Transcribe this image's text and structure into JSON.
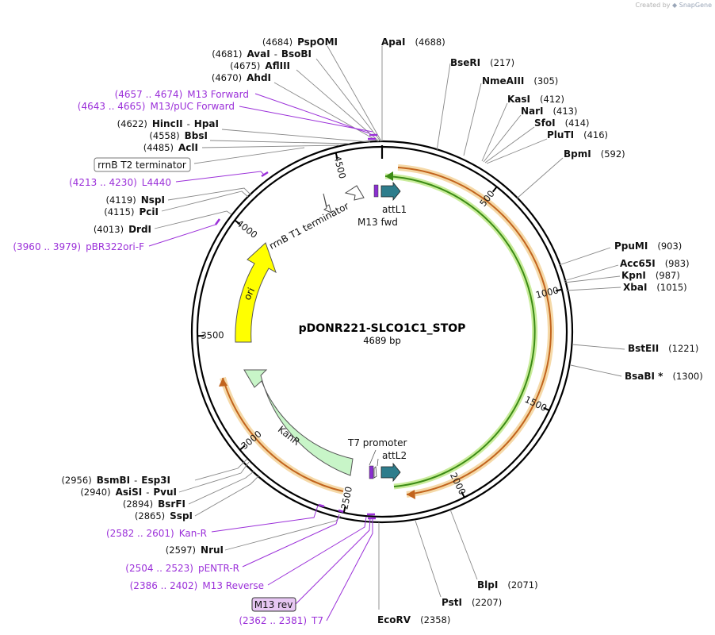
{
  "credit": {
    "prefix": "Created by",
    "brand": "SnapGene"
  },
  "plasmid": {
    "name": "pDONR221-SLCO1C1_STOP",
    "size_label": "4689 bp",
    "length": 4689
  },
  "colors": {
    "primer": "#9b30d9",
    "ori": "#ffff00",
    "kanr": "#c8f5c8",
    "attl": "#2e7d8c",
    "orf_fill": "#f5d9a8",
    "orf_line": "#c2641d",
    "green_fill": "#c9ec9b",
    "green_line": "#3c8c15"
  },
  "ticks": [
    "500",
    "1000",
    "1500",
    "2000",
    "2500",
    "3000",
    "3500",
    "4000",
    "4500"
  ],
  "features": {
    "rrnb_t1": "rrnB T1 terminator",
    "m13_fwd": "M13 fwd",
    "attl1": "attL1",
    "ori": "ori",
    "kanr": "KanR",
    "t7_promoter": "T7 promoter",
    "attl2": "attL2"
  },
  "enzymes_right": [
    {
      "name": "ApaI",
      "pos": "(4688)"
    },
    {
      "name": "BseRI",
      "pos": "(217)"
    },
    {
      "name": "NmeAIII",
      "pos": "(305)"
    },
    {
      "name": "KasI",
      "pos": "(412)"
    },
    {
      "name": "NarI",
      "pos": "(413)"
    },
    {
      "name": "SfoI",
      "pos": "(414)"
    },
    {
      "name": "PluTI",
      "pos": "(416)"
    },
    {
      "name": "BpmI",
      "pos": "(592)"
    },
    {
      "name": "PpuMI",
      "pos": "(903)"
    },
    {
      "name": "Acc65I",
      "pos": "(983)"
    },
    {
      "name": "KpnI",
      "pos": "(987)"
    },
    {
      "name": "XbaI",
      "pos": "(1015)"
    },
    {
      "name": "BstEII",
      "pos": "(1221)"
    },
    {
      "name": "BsaBI *",
      "pos": "(1300)"
    },
    {
      "name": "BlpI",
      "pos": "(2071)"
    },
    {
      "name": "PstI",
      "pos": "(2207)"
    },
    {
      "name": "EcoRV",
      "pos": "(2358)"
    }
  ],
  "enzymes_left": [
    {
      "pos": "(4684)",
      "name": "PspOMI"
    },
    {
      "pos": "(4681)",
      "name": "AvaI",
      "sep": "-",
      "name2": "BsoBI"
    },
    {
      "pos": "(4675)",
      "name": "AflIII"
    },
    {
      "pos": "(4670)",
      "name": "AhdI"
    },
    {
      "pos": "(4622)",
      "name": "HincII",
      "sep": "-",
      "name2": "HpaI"
    },
    {
      "pos": "(4558)",
      "name": "BbsI"
    },
    {
      "pos": "(4485)",
      "name": "AclI"
    },
    {
      "pos": "(4119)",
      "name": "NspI"
    },
    {
      "pos": "(4115)",
      "name": "PciI"
    },
    {
      "pos": "(4013)",
      "name": "DrdI"
    },
    {
      "pos": "(2956)",
      "name": "BsmBI",
      "sep": "-",
      "name2": "Esp3I"
    },
    {
      "pos": "(2940)",
      "name": "AsiSI",
      "sep": "-",
      "name2": "PvuI"
    },
    {
      "pos": "(2894)",
      "name": "BsrFI"
    },
    {
      "pos": "(2865)",
      "name": "SspI"
    },
    {
      "pos": "(2597)",
      "name": "NruI"
    }
  ],
  "primers": [
    {
      "range": "(4657 .. 4674)",
      "name": "M13 Forward"
    },
    {
      "range": "(4643 .. 4665)",
      "name": "M13/pUC Forward"
    },
    {
      "range": "(4213 .. 4230)",
      "name": "L4440"
    },
    {
      "range": "(3960 .. 3979)",
      "name": "pBR322ori-F"
    },
    {
      "range": "(2582 .. 2601)",
      "name": "Kan-R"
    },
    {
      "range": "(2504 .. 2523)",
      "name": "pENTR-R"
    },
    {
      "range": "(2386 .. 2402)",
      "name": "M13 Reverse"
    },
    {
      "range": "(2362 .. 2381)",
      "name": "T7"
    }
  ],
  "boxed": {
    "rrnb_t2": "rrnB T2 terminator",
    "m13_rev": "M13 rev"
  }
}
